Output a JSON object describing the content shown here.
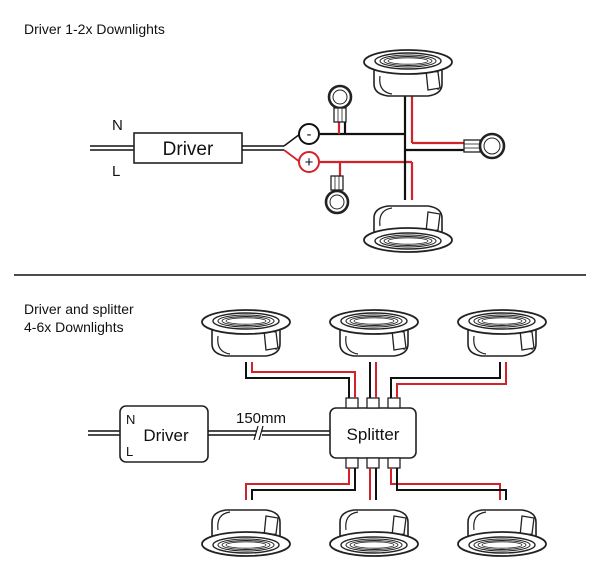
{
  "top": {
    "title": "Driver 1-2x Downlights",
    "driver_label": "Driver",
    "n_label": "N",
    "l_label": "L",
    "minus_label": "-",
    "plus_label": "+"
  },
  "bottom": {
    "title_line1": "Driver and splitter",
    "title_line2": "4-6x Downlights",
    "driver_label": "Driver",
    "n_label": "N",
    "l_label": "L",
    "cable_length": "150mm",
    "splitter_label": "Splitter"
  },
  "colors": {
    "wire_red": "#d2232a",
    "wire_black": "#111111",
    "outline": "#222222",
    "fixture_fill": "#ffffff"
  }
}
